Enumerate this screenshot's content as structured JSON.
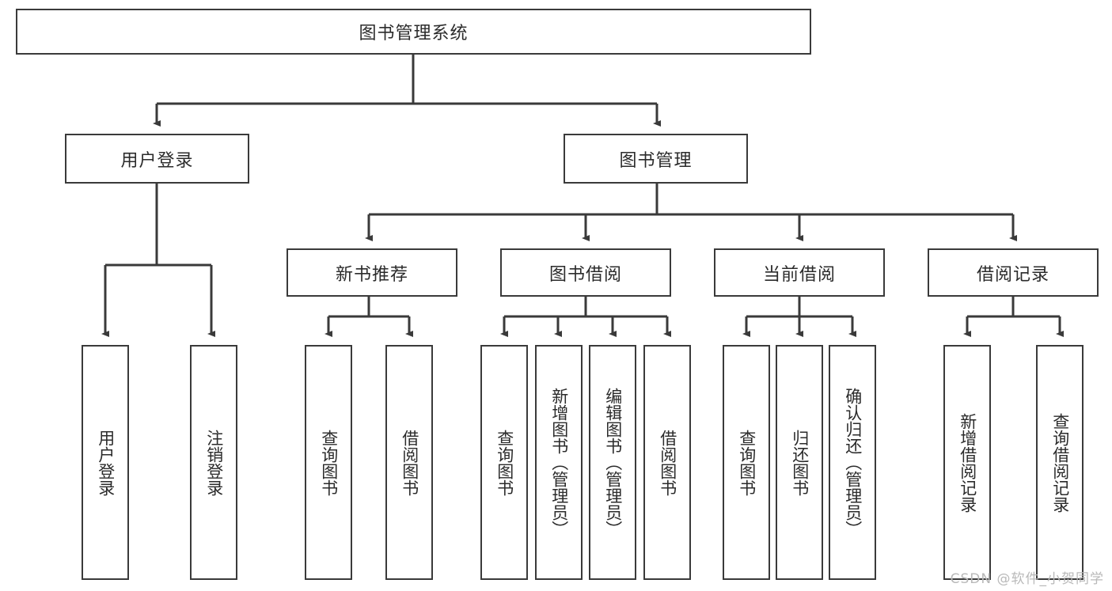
{
  "diagram": {
    "title_node": {
      "label": "图书管理系统"
    },
    "level2": [
      {
        "id": "user-login",
        "label": "用户登录"
      },
      {
        "id": "book-manage",
        "label": "图书管理"
      }
    ],
    "level3": [
      {
        "id": "new-book-recommend",
        "label": "新书推荐"
      },
      {
        "id": "book-borrow",
        "label": "图书借阅"
      },
      {
        "id": "current-borrow",
        "label": "当前借阅"
      },
      {
        "id": "borrow-record",
        "label": "借阅记录"
      }
    ],
    "leaves": [
      {
        "id": "leaf-user-login",
        "label": "用户登录"
      },
      {
        "id": "leaf-logout-login",
        "label": "注销登录"
      },
      {
        "id": "leaf-query-book-1",
        "label": "查询图书"
      },
      {
        "id": "leaf-borrow-book-1",
        "label": "借阅图书"
      },
      {
        "id": "leaf-query-book-2",
        "label": "查询图书"
      },
      {
        "id": "leaf-add-book-admin",
        "label": "新增图书（管理员）"
      },
      {
        "id": "leaf-edit-book-admin",
        "label": "编辑图书（管理员）"
      },
      {
        "id": "leaf-borrow-book-2",
        "label": "借阅图书"
      },
      {
        "id": "leaf-query-book-3",
        "label": "查询图书"
      },
      {
        "id": "leaf-return-book",
        "label": "归还图书"
      },
      {
        "id": "leaf-confirm-return-admin",
        "label": "确认归还（管理员）"
      },
      {
        "id": "leaf-add-borrow-record",
        "label": "新增借阅记录"
      },
      {
        "id": "leaf-query-borrow-record",
        "label": "查询借阅记录"
      }
    ]
  },
  "watermark": {
    "text": "CSDN @软件_小贺同学"
  },
  "colors": {
    "box_border": "#3a3a3a",
    "line": "#3a3a3a",
    "text": "#2b2b2b",
    "background": "#ffffff",
    "watermark": "#b9b9b9"
  }
}
